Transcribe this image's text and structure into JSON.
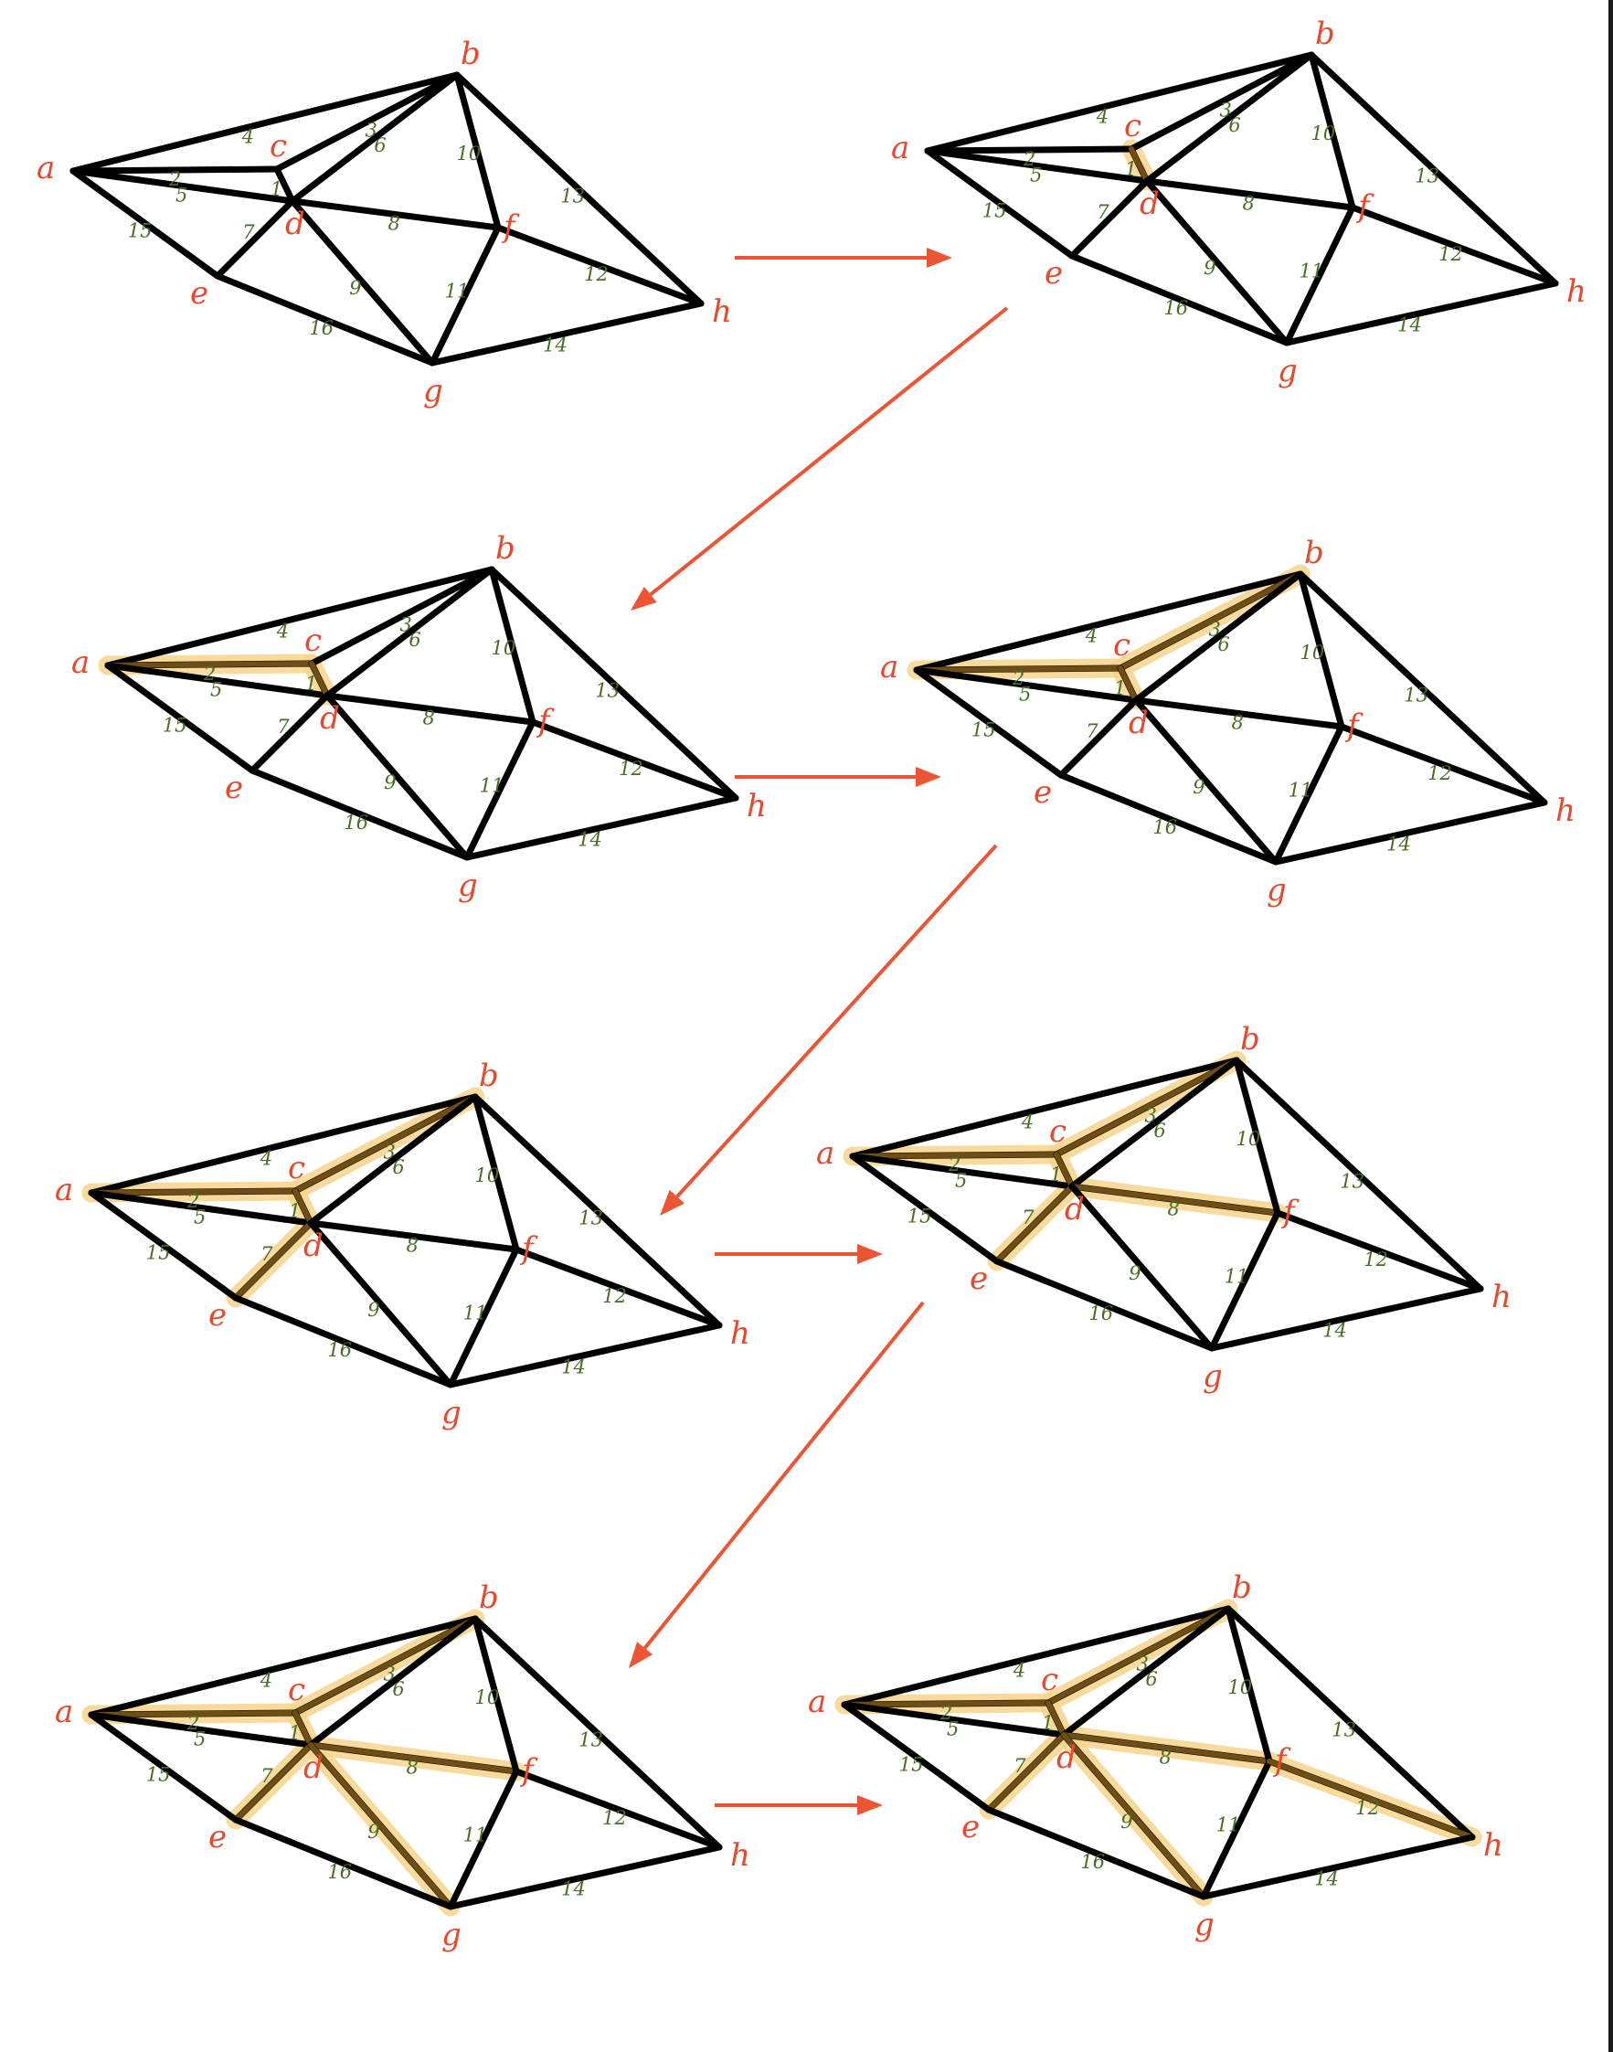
{
  "colors": {
    "edge": "#000000",
    "vertex_label": "#e8482c",
    "weight_label": "#4a6d25",
    "highlight": "#f7d58b",
    "highlight_core": "#7a5614",
    "arrow": "#ec5534"
  },
  "graph": {
    "vertices": [
      "a",
      "b",
      "c",
      "d",
      "e",
      "f",
      "g",
      "h"
    ],
    "edges": [
      {
        "from": "a",
        "to": "b",
        "weight": "4"
      },
      {
        "from": "a",
        "to": "c",
        "weight": "2"
      },
      {
        "from": "a",
        "to": "d",
        "weight": "5"
      },
      {
        "from": "a",
        "to": "e",
        "weight": "15"
      },
      {
        "from": "c",
        "to": "b",
        "weight": "3"
      },
      {
        "from": "c",
        "to": "d",
        "weight": "1"
      },
      {
        "from": "d",
        "to": "b",
        "weight": "6"
      },
      {
        "from": "d",
        "to": "e",
        "weight": "7"
      },
      {
        "from": "d",
        "to": "f",
        "weight": "8"
      },
      {
        "from": "d",
        "to": "g",
        "weight": "9"
      },
      {
        "from": "b",
        "to": "f",
        "weight": "10"
      },
      {
        "from": "b",
        "to": "h",
        "weight": "13"
      },
      {
        "from": "f",
        "to": "g",
        "weight": "11"
      },
      {
        "from": "f",
        "to": "h",
        "weight": "12"
      },
      {
        "from": "e",
        "to": "g",
        "weight": "16"
      },
      {
        "from": "g",
        "to": "h",
        "weight": "14"
      }
    ]
  },
  "steps": [
    {
      "highlighted": []
    },
    {
      "highlighted": [
        "c-d"
      ]
    },
    {
      "highlighted": [
        "c-d",
        "a-c"
      ]
    },
    {
      "highlighted": [
        "c-d",
        "a-c",
        "c-b"
      ]
    },
    {
      "highlighted": [
        "c-d",
        "a-c",
        "c-b",
        "d-e"
      ]
    },
    {
      "highlighted": [
        "c-d",
        "a-c",
        "c-b",
        "d-e",
        "d-f"
      ]
    },
    {
      "highlighted": [
        "c-d",
        "a-c",
        "c-b",
        "d-e",
        "d-f",
        "d-g"
      ]
    },
    {
      "highlighted": [
        "c-d",
        "a-c",
        "c-b",
        "d-e",
        "d-f",
        "d-g",
        "f-h"
      ]
    }
  ]
}
